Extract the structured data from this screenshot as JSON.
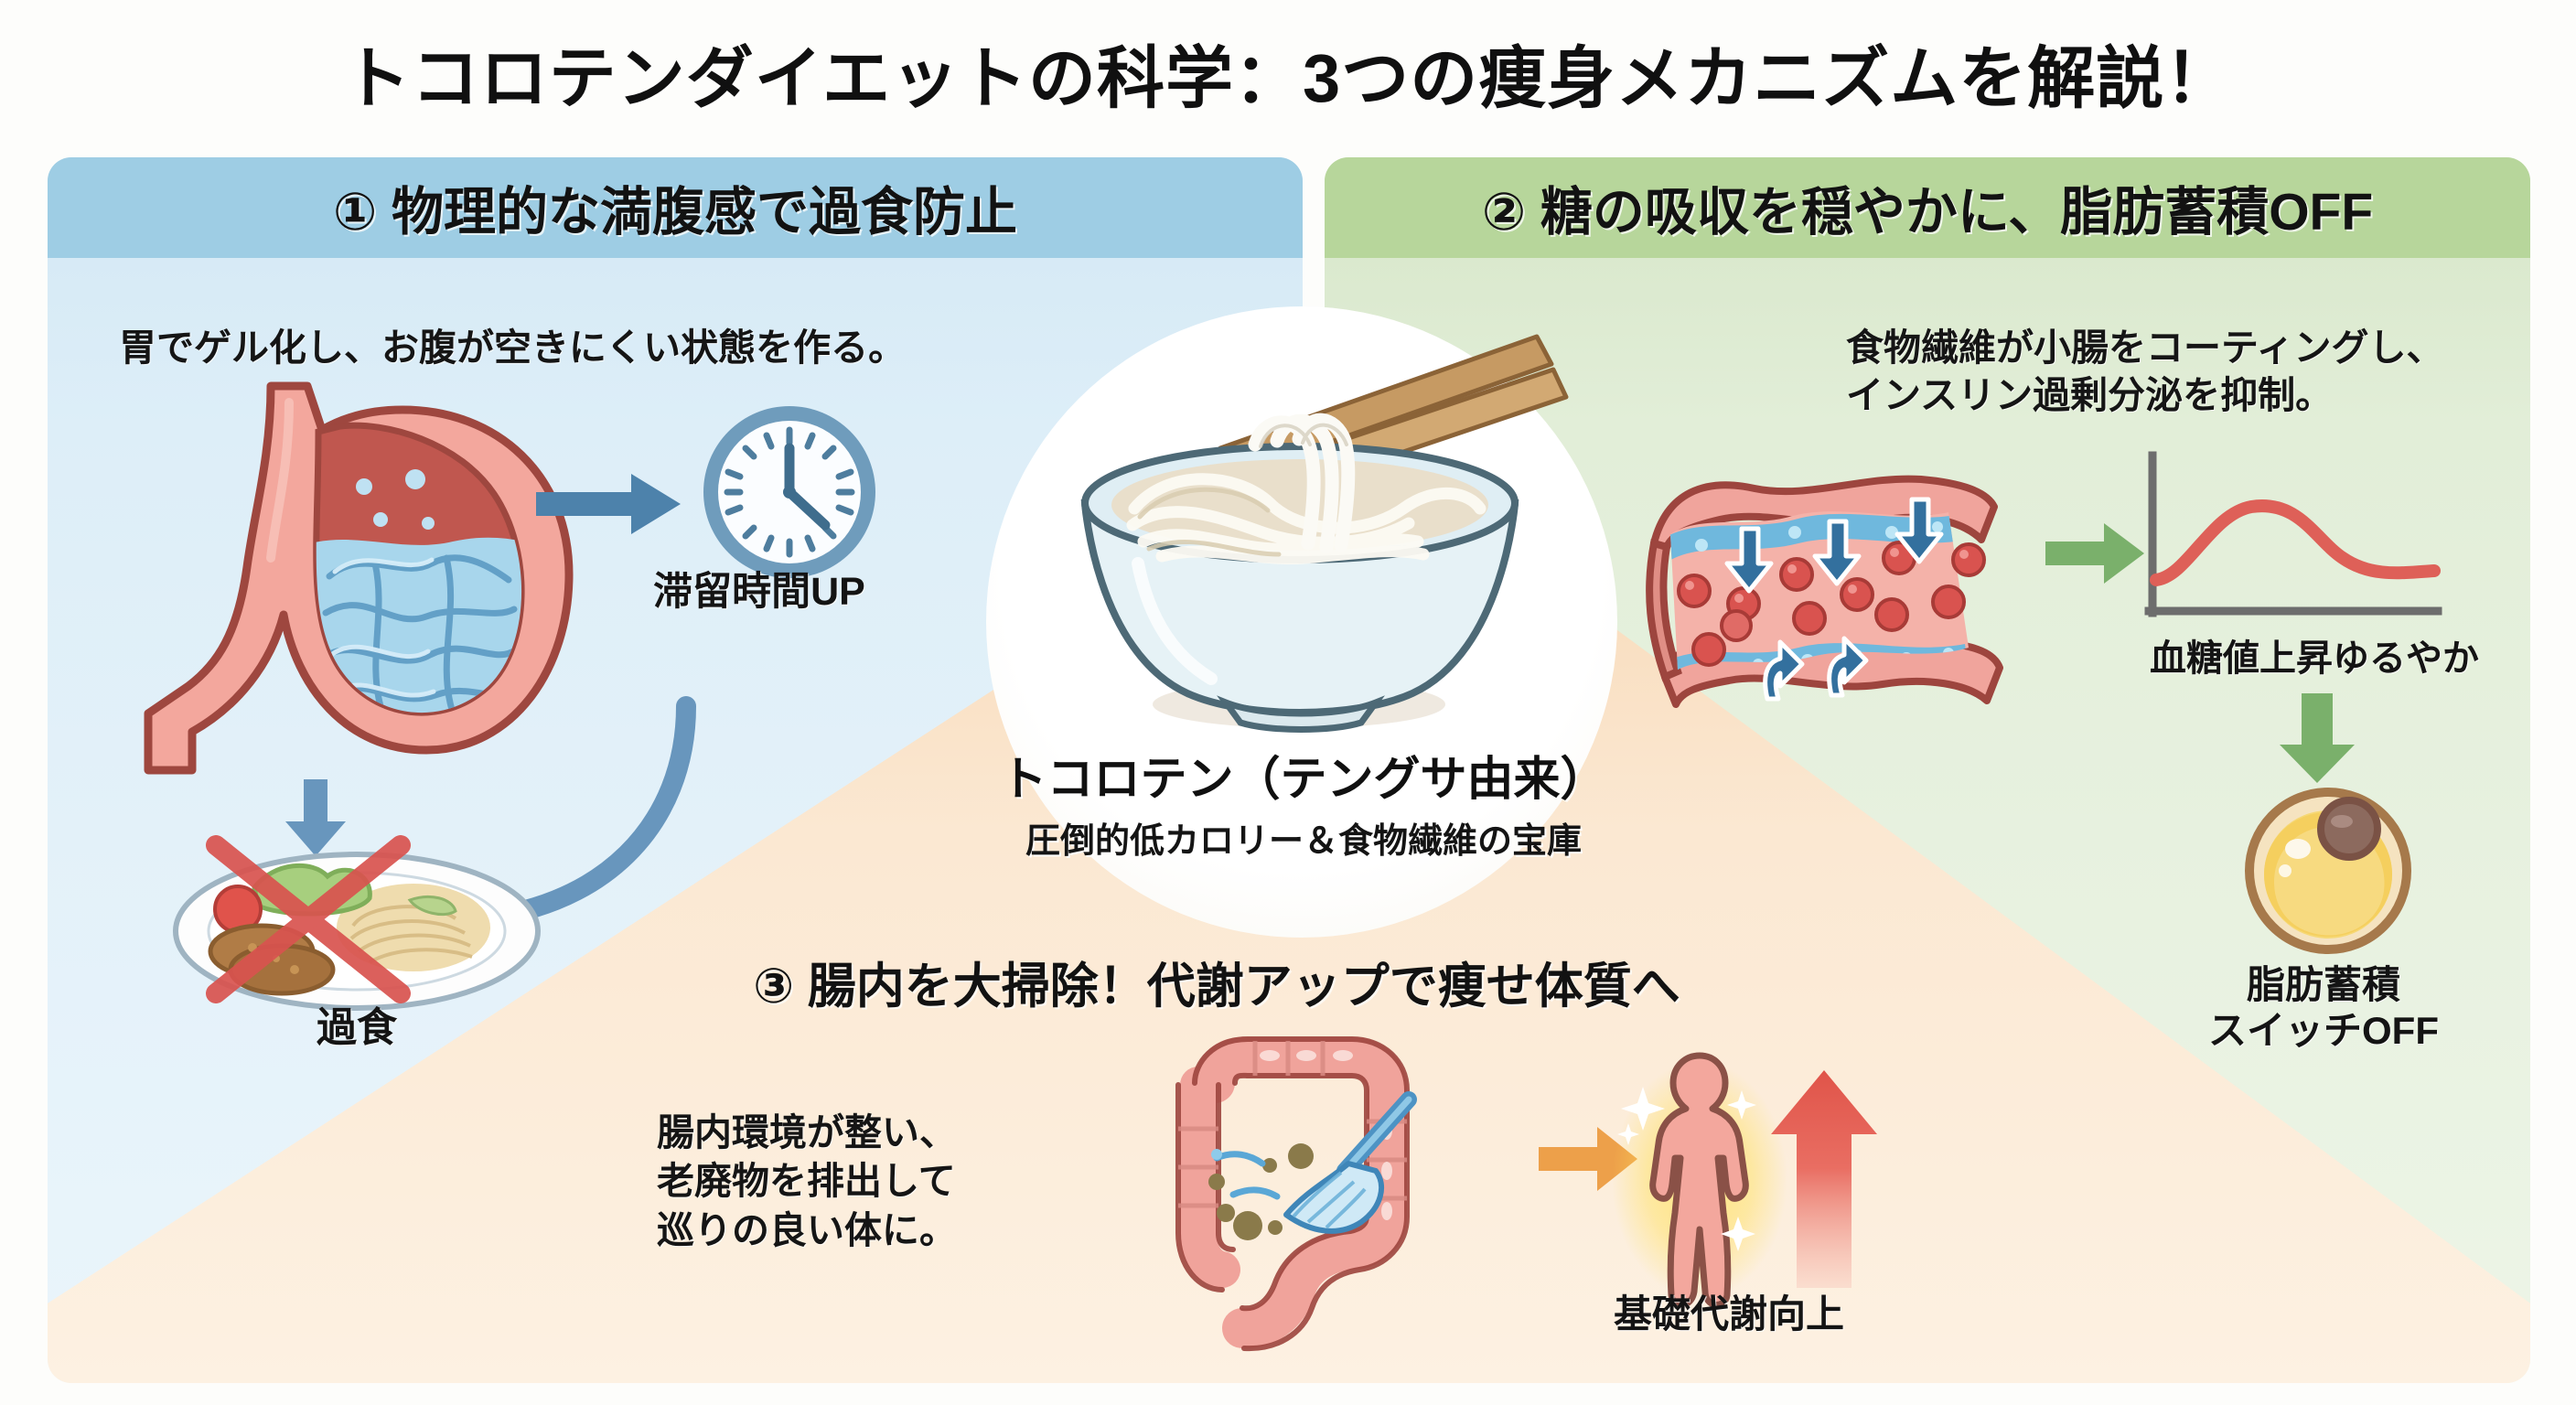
{
  "title": "トコロテンダイエットの科学：3つの痩身メカニズムを解説！",
  "panels": [
    {
      "id": "panel-1",
      "heading": "① 物理的な満腹感で過食防止",
      "body": "胃でゲル化し、お腹が空きにくい状態を作る。",
      "head_color": "#9ecde4",
      "bg_color": "#dbeef8",
      "labels": [
        "滞留時間UP",
        "過食"
      ]
    },
    {
      "id": "panel-2",
      "heading": "② 糖の吸収を穏やかに、脂肪蓄積OFF",
      "body_line1": "食物繊維が小腸をコーティングし、",
      "body_line2": "インスリン過剰分泌を抑制。",
      "head_color": "#b7d69b",
      "bg_color": "#e4f0db",
      "labels": [
        "血糖値上昇ゆるやか",
        "脂肪蓄積",
        "スイッチOFF"
      ]
    },
    {
      "id": "panel-3",
      "heading": "③ 腸内を大掃除！代謝アップで痩せ体質へ",
      "body_line1": "腸内環境が整い、",
      "body_line2": "老廃物を排出して",
      "body_line3": "巡りの良い体に。",
      "bg_color": "#f7d8b5",
      "labels": [
        "基礎代謝向上"
      ]
    }
  ],
  "center": {
    "title": "トコロテン（テングサ由来）",
    "subtitle": "圧倒的低カロリー＆食物繊維の宝庫"
  },
  "labels": {
    "stay_time": "滞留時間UP",
    "overeating": "過食",
    "blood_glucose": "血糖値上昇ゆるやか",
    "fat_storage_line1": "脂肪蓄積",
    "fat_storage_line2": "スイッチOFF",
    "basal_metabolism": "基礎代謝向上"
  },
  "icons": {
    "stomach": "stomach-icon",
    "clock": "clock-icon",
    "plate_crossed": "crossed-out-meal-icon",
    "noodle_bowl": "noodle-bowl-icon",
    "intestine_cross_section": "intestine-cross-section-icon",
    "blood_sugar_graph": "blood-sugar-curve-icon",
    "fat_cell": "fat-cell-icon",
    "large_intestine_broom": "colon-cleaning-icon",
    "human_body": "human-body-icon",
    "up_arrow": "up-arrow-icon"
  },
  "colors": {
    "panel1_header": "#9ecde4",
    "panel2_header": "#b7d69b",
    "panel3_band": "#f3c89b",
    "arrow_blue": "#4d82ab",
    "arrow_green": "#7ab06b",
    "arrow_orange": "#eda04a",
    "accent_red": "#e0615c",
    "gel_blue": "#9ed2ea",
    "tissue_pink": "#f0a49c"
  }
}
